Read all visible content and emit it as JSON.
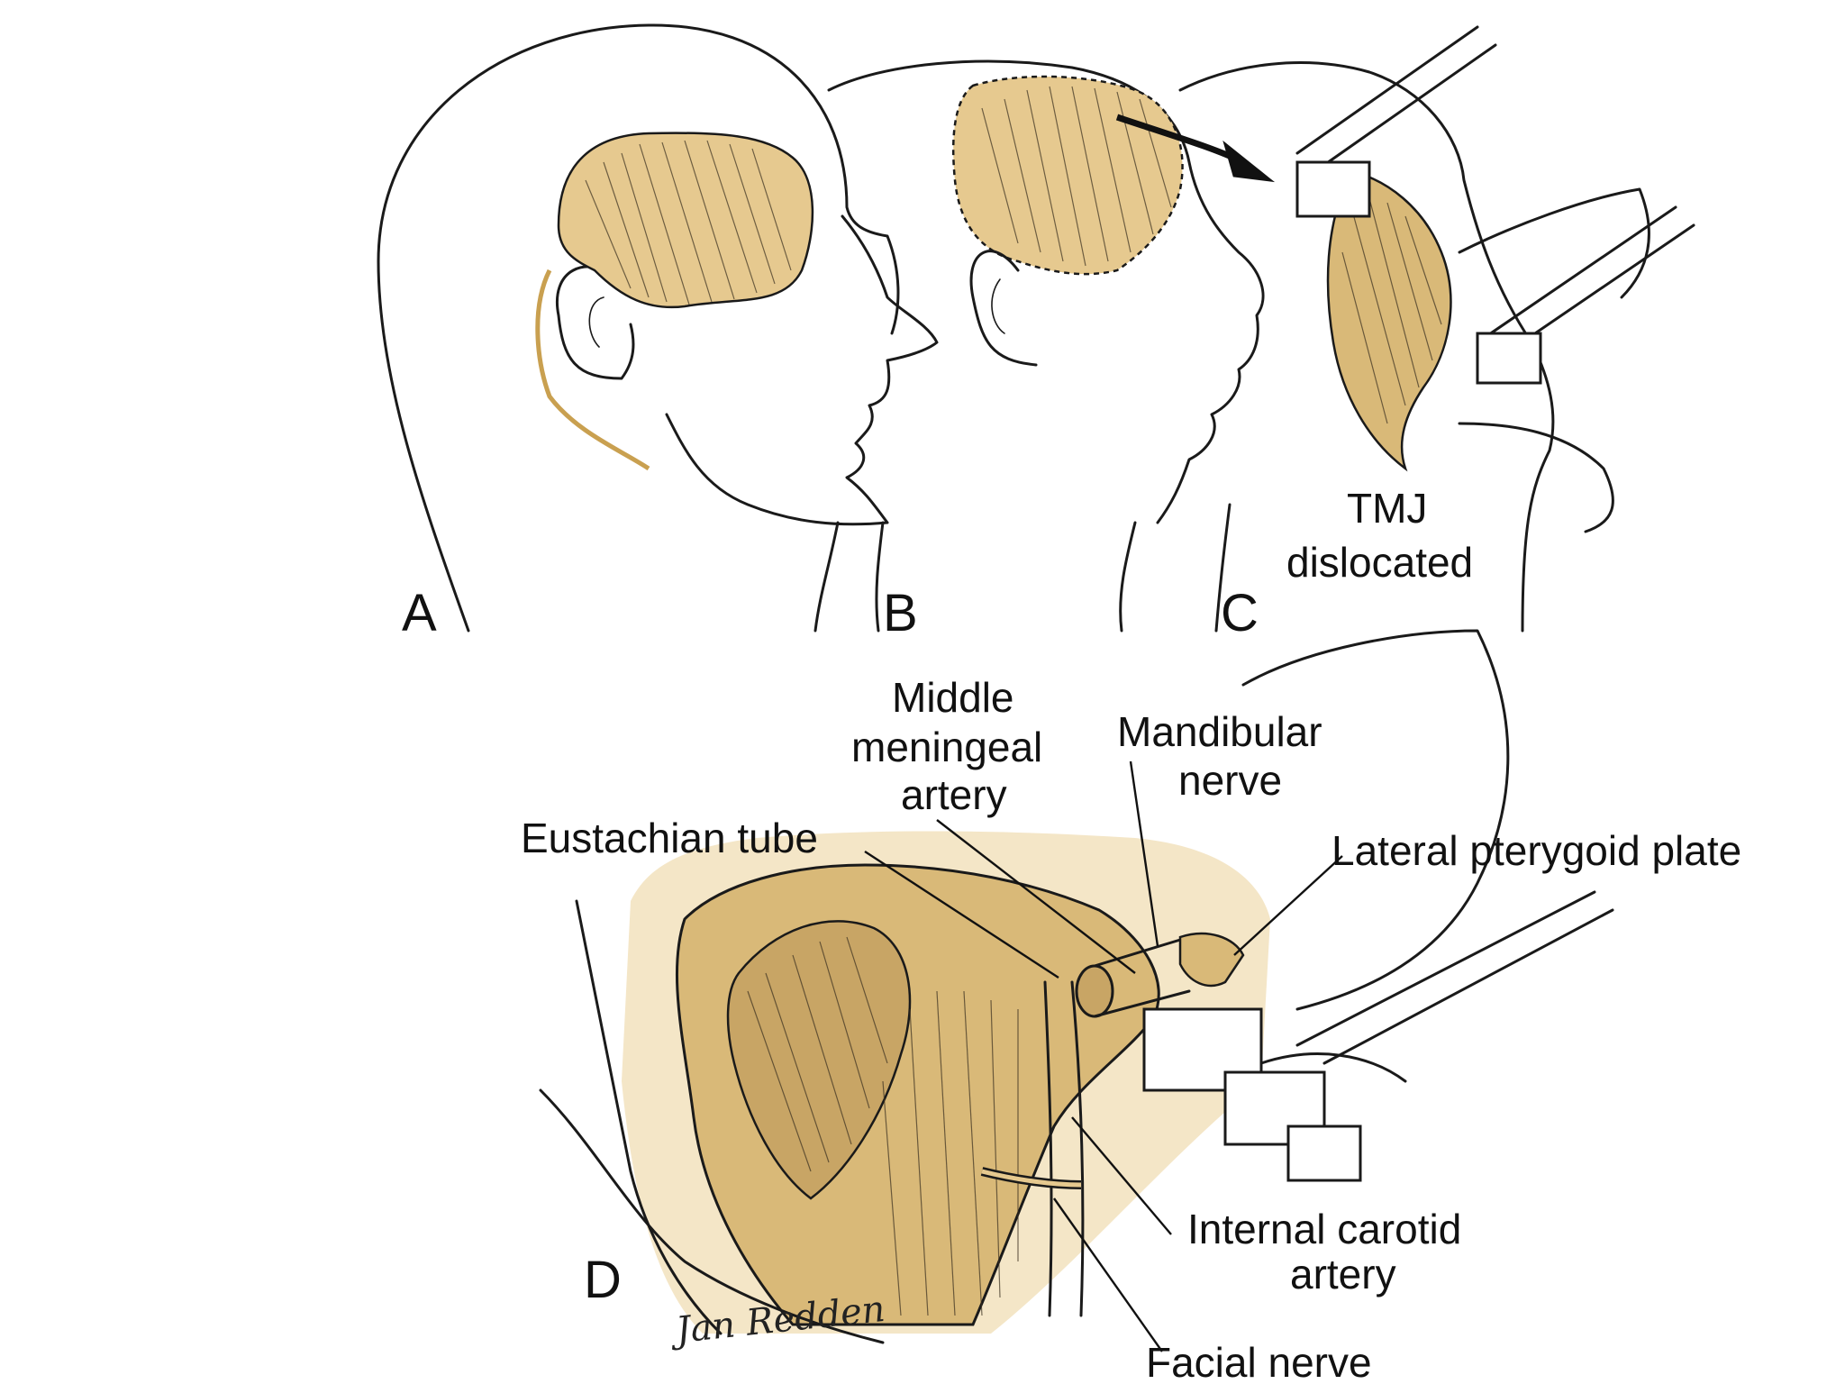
{
  "colors": {
    "ink": "#1a1a1a",
    "flap_tan": "#e6c98f",
    "tissue_tan": "#d9b978",
    "tissue_shadow": "#b8955a",
    "background": "#ffffff"
  },
  "panels": {
    "a": "A",
    "b": "B",
    "c": "C",
    "d": "D"
  },
  "labels": {
    "tmj_line1": "TMJ",
    "tmj_line2": "dislocated",
    "middle_meningeal_1": "Middle",
    "middle_meningeal_2": "meningeal",
    "middle_meningeal_3": "artery",
    "mandibular_1": "Mandibular",
    "mandibular_2": "nerve",
    "eustachian": "Eustachian tube",
    "lateral_pterygoid": "Lateral pterygoid plate",
    "internal_carotid_1": "Internal carotid",
    "internal_carotid_2": "artery",
    "facial_nerve": "Facial nerve"
  },
  "signature": "Jan Redden"
}
